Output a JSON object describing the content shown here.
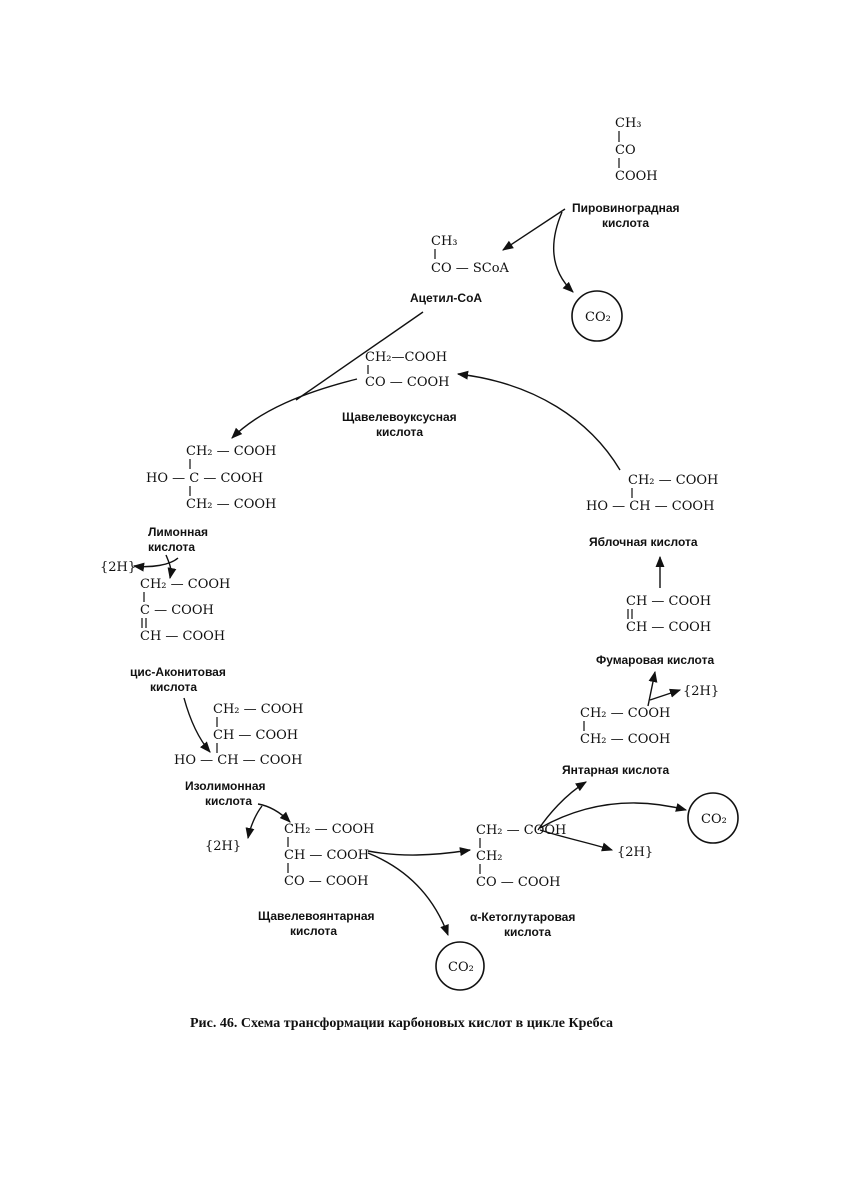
{
  "compounds": {
    "pyruvate": {
      "l1": "CH₃",
      "l2": "CO",
      "l3": "COOH",
      "name1": "Пировиноградная",
      "name2": "кислота"
    },
    "acetyl": {
      "l1": "CH₃",
      "l2": "CO — SCoA",
      "name": "Ацетил-CoA"
    },
    "oxaloacetate": {
      "l1": "CH₂—COOH",
      "l2": "CO — COOH",
      "name1": "Щавелевоуксусная",
      "name2": "кислота"
    },
    "citrate": {
      "l1": "CH₂ — COOH",
      "l2": "HO — C — COOH",
      "l3": "CH₂ — COOH",
      "name1": "Лимонная",
      "name2": "кислота"
    },
    "aconitate": {
      "l1": "CH₂ — COOH",
      "l2": "C — COOH",
      "l3": "CH — COOH",
      "name1": "цис-Аконитовая",
      "name2": "кислота"
    },
    "isocitrate": {
      "l1": "CH₂ — COOH",
      "l2": "CH — COOH",
      "l3": "HO — CH — COOH",
      "name1": "Изолимонная",
      "name2": "кислота"
    },
    "oxalosuccinate": {
      "l1": "CH₂ — COOH",
      "l2": "CH — COOH",
      "l3": "CO — COOH",
      "name1": "Щавелевоянтарная",
      "name2": "кислота"
    },
    "ketoglutarate": {
      "l1": "CH₂ — COOH",
      "l2": "CH₂",
      "l3": "CO — COOH",
      "name1": "α-Кетоглутаровая",
      "name2": "кислота"
    },
    "succinate": {
      "l1": "CH₂ — COOH",
      "l2": "CH₂ — COOH",
      "name": "Янтарная кислота"
    },
    "fumarate": {
      "l1": "CH — COOH",
      "l2": "CH — COOH",
      "name": "Фумаровая кислота"
    },
    "malate": {
      "l1": "CH₂ — COOH",
      "l2": "HO — CH — COOH",
      "name": "Яблочная кислота"
    }
  },
  "tokens": {
    "co2": "CO₂",
    "h2": "{2H}"
  },
  "caption": "Рис. 46. Схема трансформации карбоновых кислот в цикле Кребса"
}
